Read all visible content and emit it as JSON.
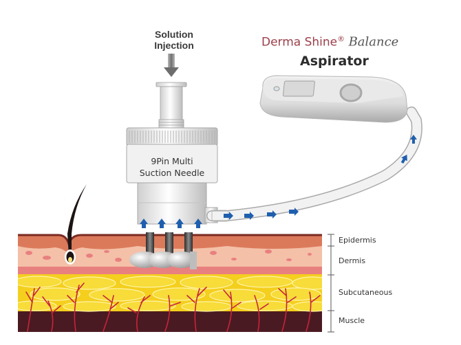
{
  "diagram": {
    "solution_label": [
      "Solution",
      "Injection"
    ],
    "brand": {
      "name": "Derma Shine",
      "registered": "®",
      "subtitle": "Balance",
      "device": "Aspirator"
    },
    "needle_label": [
      "9Pin Multi",
      "Suction Needle"
    ],
    "skin_layers": [
      {
        "name": "Epidermis",
        "color": "#d9795a"
      },
      {
        "name": "Dermis",
        "color": "#f2b8a2"
      },
      {
        "name": "Subcutaneous",
        "color": "#f5d21c"
      },
      {
        "name": "Muscle",
        "color": "#4a1a22"
      }
    ],
    "colors": {
      "flow_arrow": "#1f5fae",
      "brand_text": "#9b3f4a",
      "vessel": "#c8243a",
      "hair": "#1e1414"
    }
  }
}
